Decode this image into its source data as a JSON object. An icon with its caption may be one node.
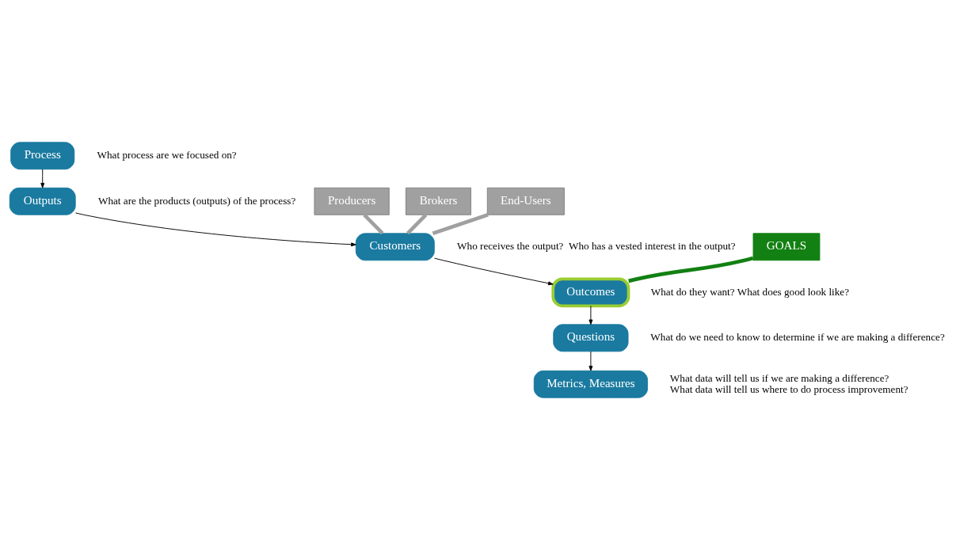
{
  "diagram": {
    "nodes": [
      {
        "text": [
          "Process"
        ],
        "beside": [
          "What process are we focused on?"
        ]
      },
      {
        "text": [
          "Outputs"
        ],
        "beside": [
          "What are the products (outputs) of the process?"
        ]
      },
      {
        "text": [
          "Customers"
        ],
        "beside": [
          "Who receives the output?  Who has a vested interest in the output?"
        ]
      },
      {
        "text": [
          "Producers"
        ]
      },
      {
        "text": [
          "Brokers"
        ]
      },
      {
        "text": [
          "End-Users"
        ]
      },
      {
        "text": [
          "Outcomes"
        ],
        "beside": [
          "What do they want? What does good look like?"
        ]
      },
      {
        "text": [
          "GOALS"
        ]
      },
      {
        "text": [
          "Questions"
        ],
        "beside": [
          "What do we need to know to determine if we are making a difference?"
        ]
      },
      {
        "text": [
          "Metrics, Measures"
        ],
        "beside": [
          "What data will tell us if we are making a difference?",
          "What data will tell us where to do process improvement?"
        ]
      }
    ],
    "edges": [
      {
        "from": 0,
        "to": 1,
        "arrow": "to"
      },
      {
        "from": 1,
        "to": 2,
        "arrow": "to"
      },
      {
        "from": 3,
        "to": 2,
        "arrow": "none",
        "style": "thick",
        "color": "#a0a0a0"
      },
      {
        "from": 4,
        "to": 2,
        "arrow": "none",
        "style": "thick",
        "color": "#a0a0a0"
      },
      {
        "from": 5,
        "to": 2,
        "arrow": "none",
        "style": "thick",
        "color": "#a0a0a0"
      },
      {
        "from": 2,
        "to": 6,
        "arrow": "to"
      },
      {
        "from": 7,
        "to": 6,
        "arrow": "none",
        "style": "thick",
        "color": "#128012"
      },
      {
        "from": 6,
        "to": 8,
        "arrow": "to"
      },
      {
        "from": 8,
        "to": 9,
        "arrow": "to"
      }
    ]
  }
}
